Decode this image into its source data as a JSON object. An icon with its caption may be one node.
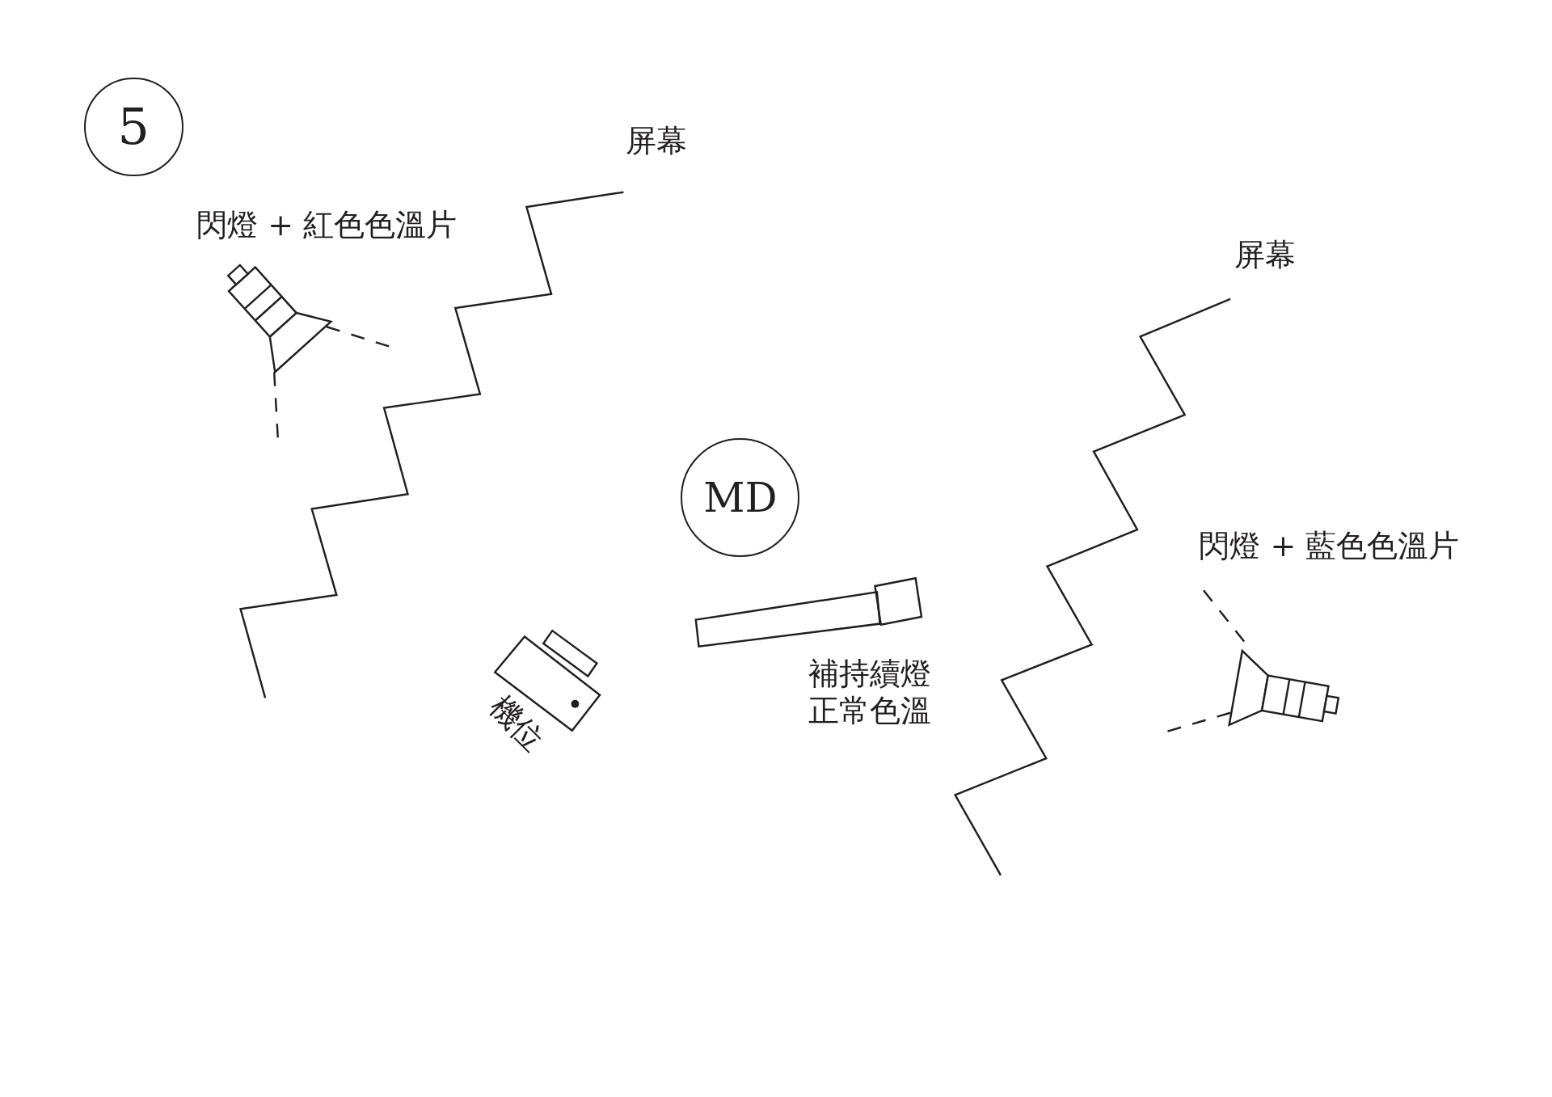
{
  "diagram": {
    "nodes": [
      {
        "text": [
          "5"
        ]
      },
      {
        "text": [
          "MD"
        ]
      }
    ],
    "labels": [
      "屏幕",
      "閃燈 + 紅色色溫片",
      "屏幕",
      "閃燈 + 藍色色溫片",
      "補持續燈正常色溫",
      "機位"
    ]
  }
}
